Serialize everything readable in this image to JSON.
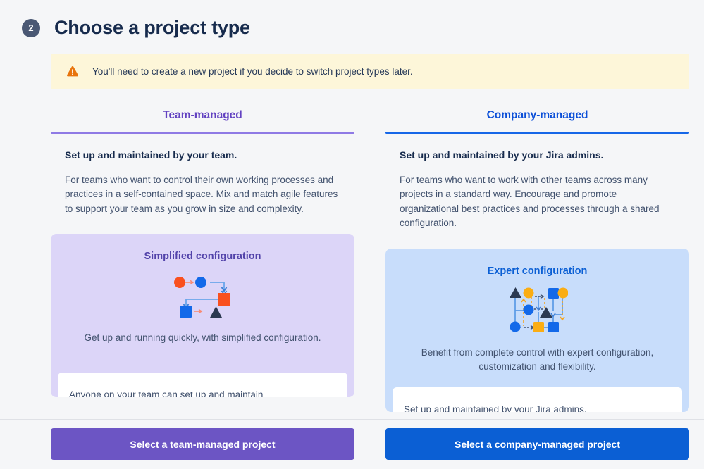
{
  "header": {
    "step_number": "2",
    "title": "Choose a project type"
  },
  "warning": {
    "icon": "warning-triangle-icon",
    "text": "You'll need to create a new project if you decide to switch project types later."
  },
  "colors": {
    "page_background": "#f5f6f8",
    "warning_background": "#fdf6d9",
    "warning_icon": "#e8740c",
    "team_accent": "#6242c1",
    "team_rule": "#8f7ae5",
    "team_card_background": "#dcd5f8",
    "team_button": "#6c55c4",
    "company_accent": "#0b4fd8",
    "company_rule": "#1667e8",
    "company_card_background": "#c8ddfb",
    "company_button": "#0b5fd4",
    "step_badge": "#4a5874",
    "heading_text": "#172b4d",
    "body_text": "#42526e"
  },
  "columns": [
    {
      "tab_label": "Team-managed",
      "desc_title": "Set up and maintained by your team.",
      "desc_body": "For teams who want to control their own working processes and practices in a self-contained space. Mix and match agile features to support your team as you grow in size and complexity.",
      "card": {
        "title": "Simplified configuration",
        "diagram_icon": "simplified-workflow-diagram-icon",
        "caption": "Get up and running quickly, with simplified configuration.",
        "inner_box_text": "Anyone on your team can set up and maintain"
      },
      "button_label": "Select a team-managed project"
    },
    {
      "tab_label": "Company-managed",
      "desc_title": "Set up and maintained by your Jira admins.",
      "desc_body": "For teams who want to work with other teams across many projects in a standard way. Encourage and promote organizational best practices and processes through a shared configuration.",
      "card": {
        "title": "Expert configuration",
        "diagram_icon": "expert-workflow-diagram-icon",
        "caption": "Benefit from complete control with expert configuration, customization and flexibility.",
        "inner_box_text": "Set up and maintained by your Jira admins."
      },
      "button_label": "Select a company-managed project"
    }
  ]
}
